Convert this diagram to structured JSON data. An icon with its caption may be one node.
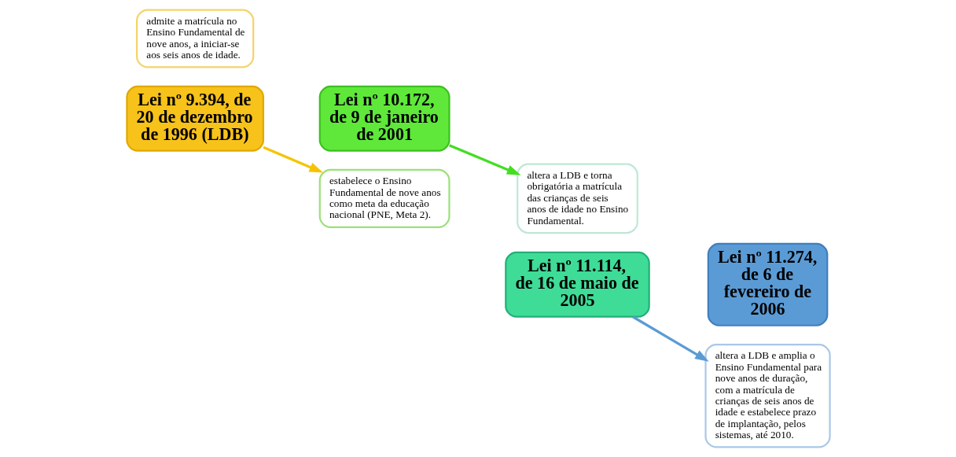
{
  "diagram": {
    "nodes": [
      {
        "text": [
          "admite a matrícula no Ensino Fundamental de nove anos, a iniciar-se aos seis anos de idade."
        ]
      },
      {
        "text": [
          "Lei nº 9.394, de 20 de dezembro de 1996 (LDB)"
        ]
      },
      {
        "text": [
          "Lei nº 10.172, de 9 de janeiro de 2001"
        ]
      },
      {
        "text": [
          "estabelece o Ensino Fundamental de nove anos como meta da educação nacional (PNE, Meta 2)."
        ]
      },
      {
        "text": [
          "altera a LDB e torna obrigatória a matrícula das crianças de seis anos de idade no Ensino Fundamental."
        ]
      },
      {
        "text": [
          "Lei nº 11.114, de 16 de maio de 2005"
        ]
      },
      {
        "text": [
          "Lei nº 11.274, de 6 de fevereiro de 2006"
        ]
      },
      {
        "text": [
          "altera a LDB e amplia o Ensino Fundamental para nove anos de duração, com a matrícula de crianças de seis anos de idade e estabelece prazo de implantação, pelos sistemas, até 2010."
        ]
      }
    ],
    "edges": [
      {
        "from": 1,
        "to": 3,
        "arrow": "to",
        "color": "#f5c400"
      },
      {
        "from": 2,
        "to": 4,
        "arrow": "to",
        "color": "#44dd22"
      },
      {
        "from": 5,
        "to": 7,
        "arrow": "to",
        "color": "#5b9bd5"
      }
    ]
  }
}
